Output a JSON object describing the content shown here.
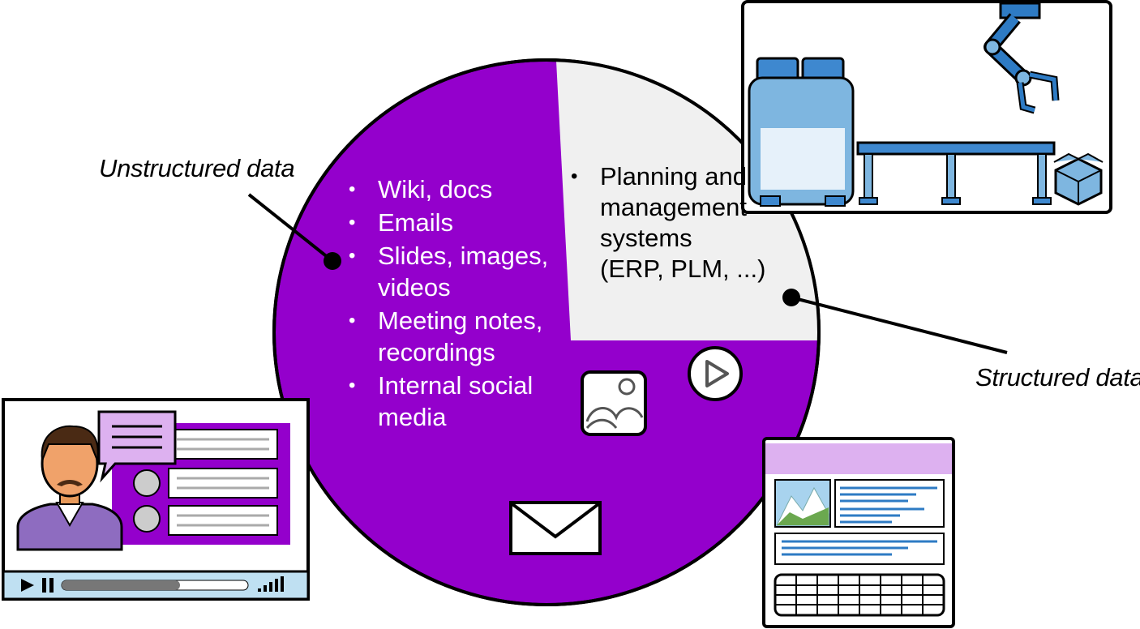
{
  "labels": {
    "unstructured": "Unstructured data",
    "structured": "Structured data"
  },
  "unstructured_items": [
    {
      "lines": [
        "Wiki, docs"
      ]
    },
    {
      "lines": [
        "Emails"
      ]
    },
    {
      "lines": [
        "Slides, images,",
        "videos"
      ]
    },
    {
      "lines": [
        "Meeting notes,",
        "recordings"
      ]
    },
    {
      "lines": [
        "Internal social",
        "media"
      ]
    }
  ],
  "structured_items": [
    {
      "lines": [
        "Planning and",
        "management",
        "systems",
        "(ERP, PLM, ...)"
      ]
    }
  ],
  "colors": {
    "unstructured_fill": "#9400CC",
    "structured_fill": "#F0F0F0",
    "outline": "#000000",
    "light_purple": "#DDB1F0",
    "machine_blue": "#7EB6E0",
    "robot_blue": "#2E7BC4"
  },
  "icons": [
    "image-icon",
    "play-icon",
    "mail-icon",
    "video-call-icon",
    "factory-robot-icon",
    "document-table-icon"
  ]
}
